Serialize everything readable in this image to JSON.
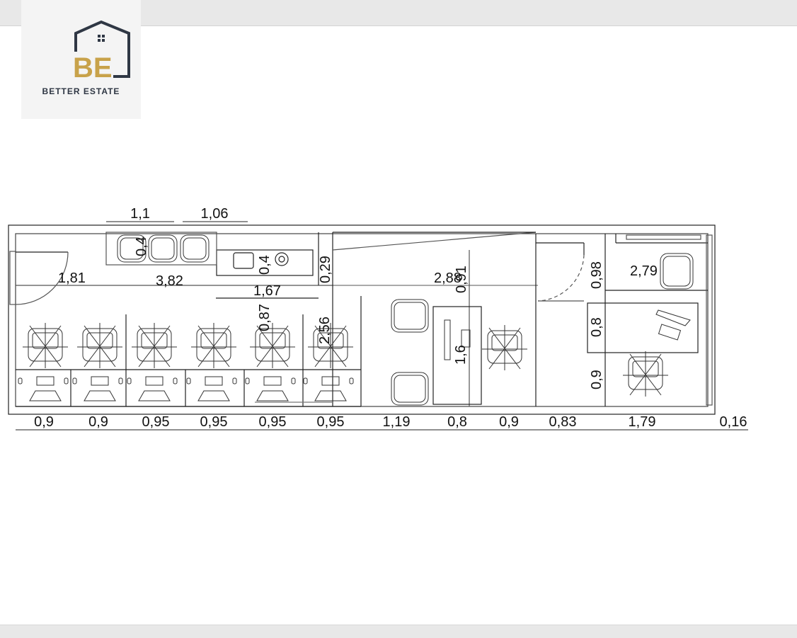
{
  "logo": {
    "monogram": "BE",
    "brand_name": "BETTER ESTATE",
    "colors": {
      "gold": "#c8a24a",
      "navy": "#2f3744"
    }
  },
  "plan": {
    "top_dims": [
      "1,1",
      "1,06"
    ],
    "inner_labels": [
      "0,4",
      "0,4",
      "0,29",
      "1,81",
      "3,82",
      "1,67",
      "0,87",
      "2,56",
      "2,88",
      "0,91",
      "1,6",
      "0,98",
      "2,79",
      "0,8",
      "0,9"
    ],
    "bottom_dims": [
      "0,9",
      "0,9",
      "0,95",
      "0,95",
      "0,95",
      "0,95",
      "1,19",
      "0,8",
      "0,9",
      "0,83",
      "1,79",
      "0,16"
    ]
  }
}
